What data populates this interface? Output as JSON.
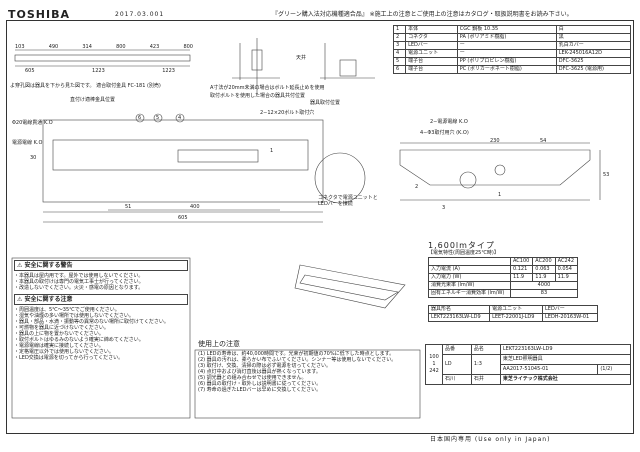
{
  "header": {
    "brand": "TOSHIBA",
    "date": "2017.03.001",
    "notice": "『グリーン購入法対応機種適合品』 ※施工上の注意とご使用上の注意はカタログ・取扱説明書をお読み下さい。"
  },
  "top_dims": {
    "row1": [
      "103",
      "490",
      "314",
      "800",
      "423",
      "800"
    ],
    "row2": [
      "605",
      "1223",
      "1223"
    ],
    "note1": "よ穿孔図は器具を下から見た図です。 適合取付金具 FC-181 (別売)",
    "note2": "直付け適棒金具位置",
    "center_note": "A寸法が20mm未満の場合はボルト延長止めを使用",
    "center_note2": "取付ボルトを使用した場合の器具共付位置",
    "side_label": "器具取付位置",
    "ceiling_label": "天井"
  },
  "parts": {
    "rows": [
      {
        "no": "1",
        "name": "本体",
        "material": "CGC 鋼板 10.35",
        "color": "白"
      },
      {
        "no": "2",
        "name": "コネクタ",
        "material": "PA (ポリアミド樹脂)",
        "color": "黒"
      },
      {
        "no": "3",
        "name": "LEDバー",
        "material": "ー",
        "color": "乳白カバー"
      },
      {
        "no": "4",
        "name": "電源ユニット",
        "material": "ー",
        "color": "LEK-245016A12D"
      },
      {
        "no": "5",
        "name": "端子台",
        "material": "PP (ポリプロピレン樹脂)",
        "color": "DFC-3625"
      },
      {
        "no": "6",
        "name": "端子台",
        "material": "PC (ポリカーボネート樹脂)",
        "color": "DFC-3625 (電源用)"
      }
    ]
  },
  "plan": {
    "label_knockout": "Φ20電線貫通 K.O",
    "label_supply": "電源電線 K.O",
    "label_bolt": "2−12×20ボルト取付穴",
    "dim_400": "400",
    "dim_51": "51",
    "dim_605": "605",
    "dim_30": "30",
    "callouts": [
      "6",
      "5",
      "4"
    ],
    "label_1": "1",
    "connector_note": "コネクタで電源ユニットと LEDバーを接続"
  },
  "section": {
    "label_ko2": "2−電源電線 K.O",
    "label_ko4": "4−Φ3取付用穴 (K.O)",
    "dim_230": "230",
    "dim_54": "54",
    "dim_53": "53",
    "callouts": [
      "2",
      "1",
      "3"
    ]
  },
  "lumen": {
    "title": "1,600lmタイプ",
    "caption": "【電気特性(周囲温度25℃時)】",
    "headers": [
      "",
      "AC100",
      "AC200",
      "AC242"
    ],
    "rows": [
      [
        "入力電流 (A)",
        "0.121",
        "0.063",
        "0.054"
      ],
      [
        "入力電力 (W)",
        "11.9",
        "11.9",
        "11.9"
      ],
      [
        "消費光束率 (lm/W)",
        "",
        "4000",
        ""
      ],
      [
        "固有エネルギー消費効率 (lm/W)",
        "",
        "83",
        ""
      ]
    ],
    "model_headers": [
      "器具形名",
      "電源ユニット",
      "LEDバー"
    ],
    "model_values": [
      "LEKT223163LW-LD9",
      "LEET-22001J-LD9",
      "LEDH-20163W-01"
    ]
  },
  "warning": {
    "title": "安全に関する警告",
    "title2": "安全に関する注意",
    "lines": [
      "・本器具は屋内用です。屋外では使用しないでください。",
      "・本器具の取付けは専門の電気工事士が行ってください。",
      "・改造しないでください。火災・感電の原因となります。",
      "・周囲温度は、5℃〜35℃でご使用ください。",
      "・湿気や油煙の多い場所では使用しないでください。",
      "・器具・部品・水滴・振動等の異常のない場所に取付けてください。",
      "・可燃物を器具に近づけないでください。",
      "・器具の上に物を置かないでください。",
      "・取付ボルトはゆるみのないよう確実に締めてください。",
      "・電源電線は確実に接続してください。",
      "・定格電圧以外では使用しないでください。",
      "・LED交換は電源を切ってから行ってください。"
    ]
  },
  "usage": {
    "title": "使用上の注意",
    "lines": [
      "(1) LEDの寿命は、約40,000時間です。光束が初期値の70%に低下した時点とします。",
      "(2) 器具の汚れは、柔らかい布でふいてください。シンナー等は使用しないでください。",
      "(3) 取付け、交換、清掃の際は必ず電源を切ってください。",
      "(4) 点灯中および消灯直後は器具が熱くなっています。",
      "(5) 調光器との組み合わせでは使用できません。",
      "(6) 器具の取付け・取外しは説明書に従ってください。",
      "(7) 寿命の過ぎたLEDバーは早めに交換してください。"
    ]
  },
  "titleblock": {
    "col_headers": [
      "品番",
      "品名"
    ],
    "model": "LEKT223163LW-LD9",
    "left_values": [
      "100",
      "1",
      "242"
    ],
    "ld_label": "LD",
    "ratio": "1:3",
    "product": "東芝LED照明器具",
    "drawing_no": "AA2017-51045-01",
    "page": "(1/2)",
    "designer": "石川",
    "checker": "石井",
    "company": "東芝ライテック株式会社"
  },
  "footer": {
    "text": "日本国内専用 (Use only in Japan)"
  }
}
